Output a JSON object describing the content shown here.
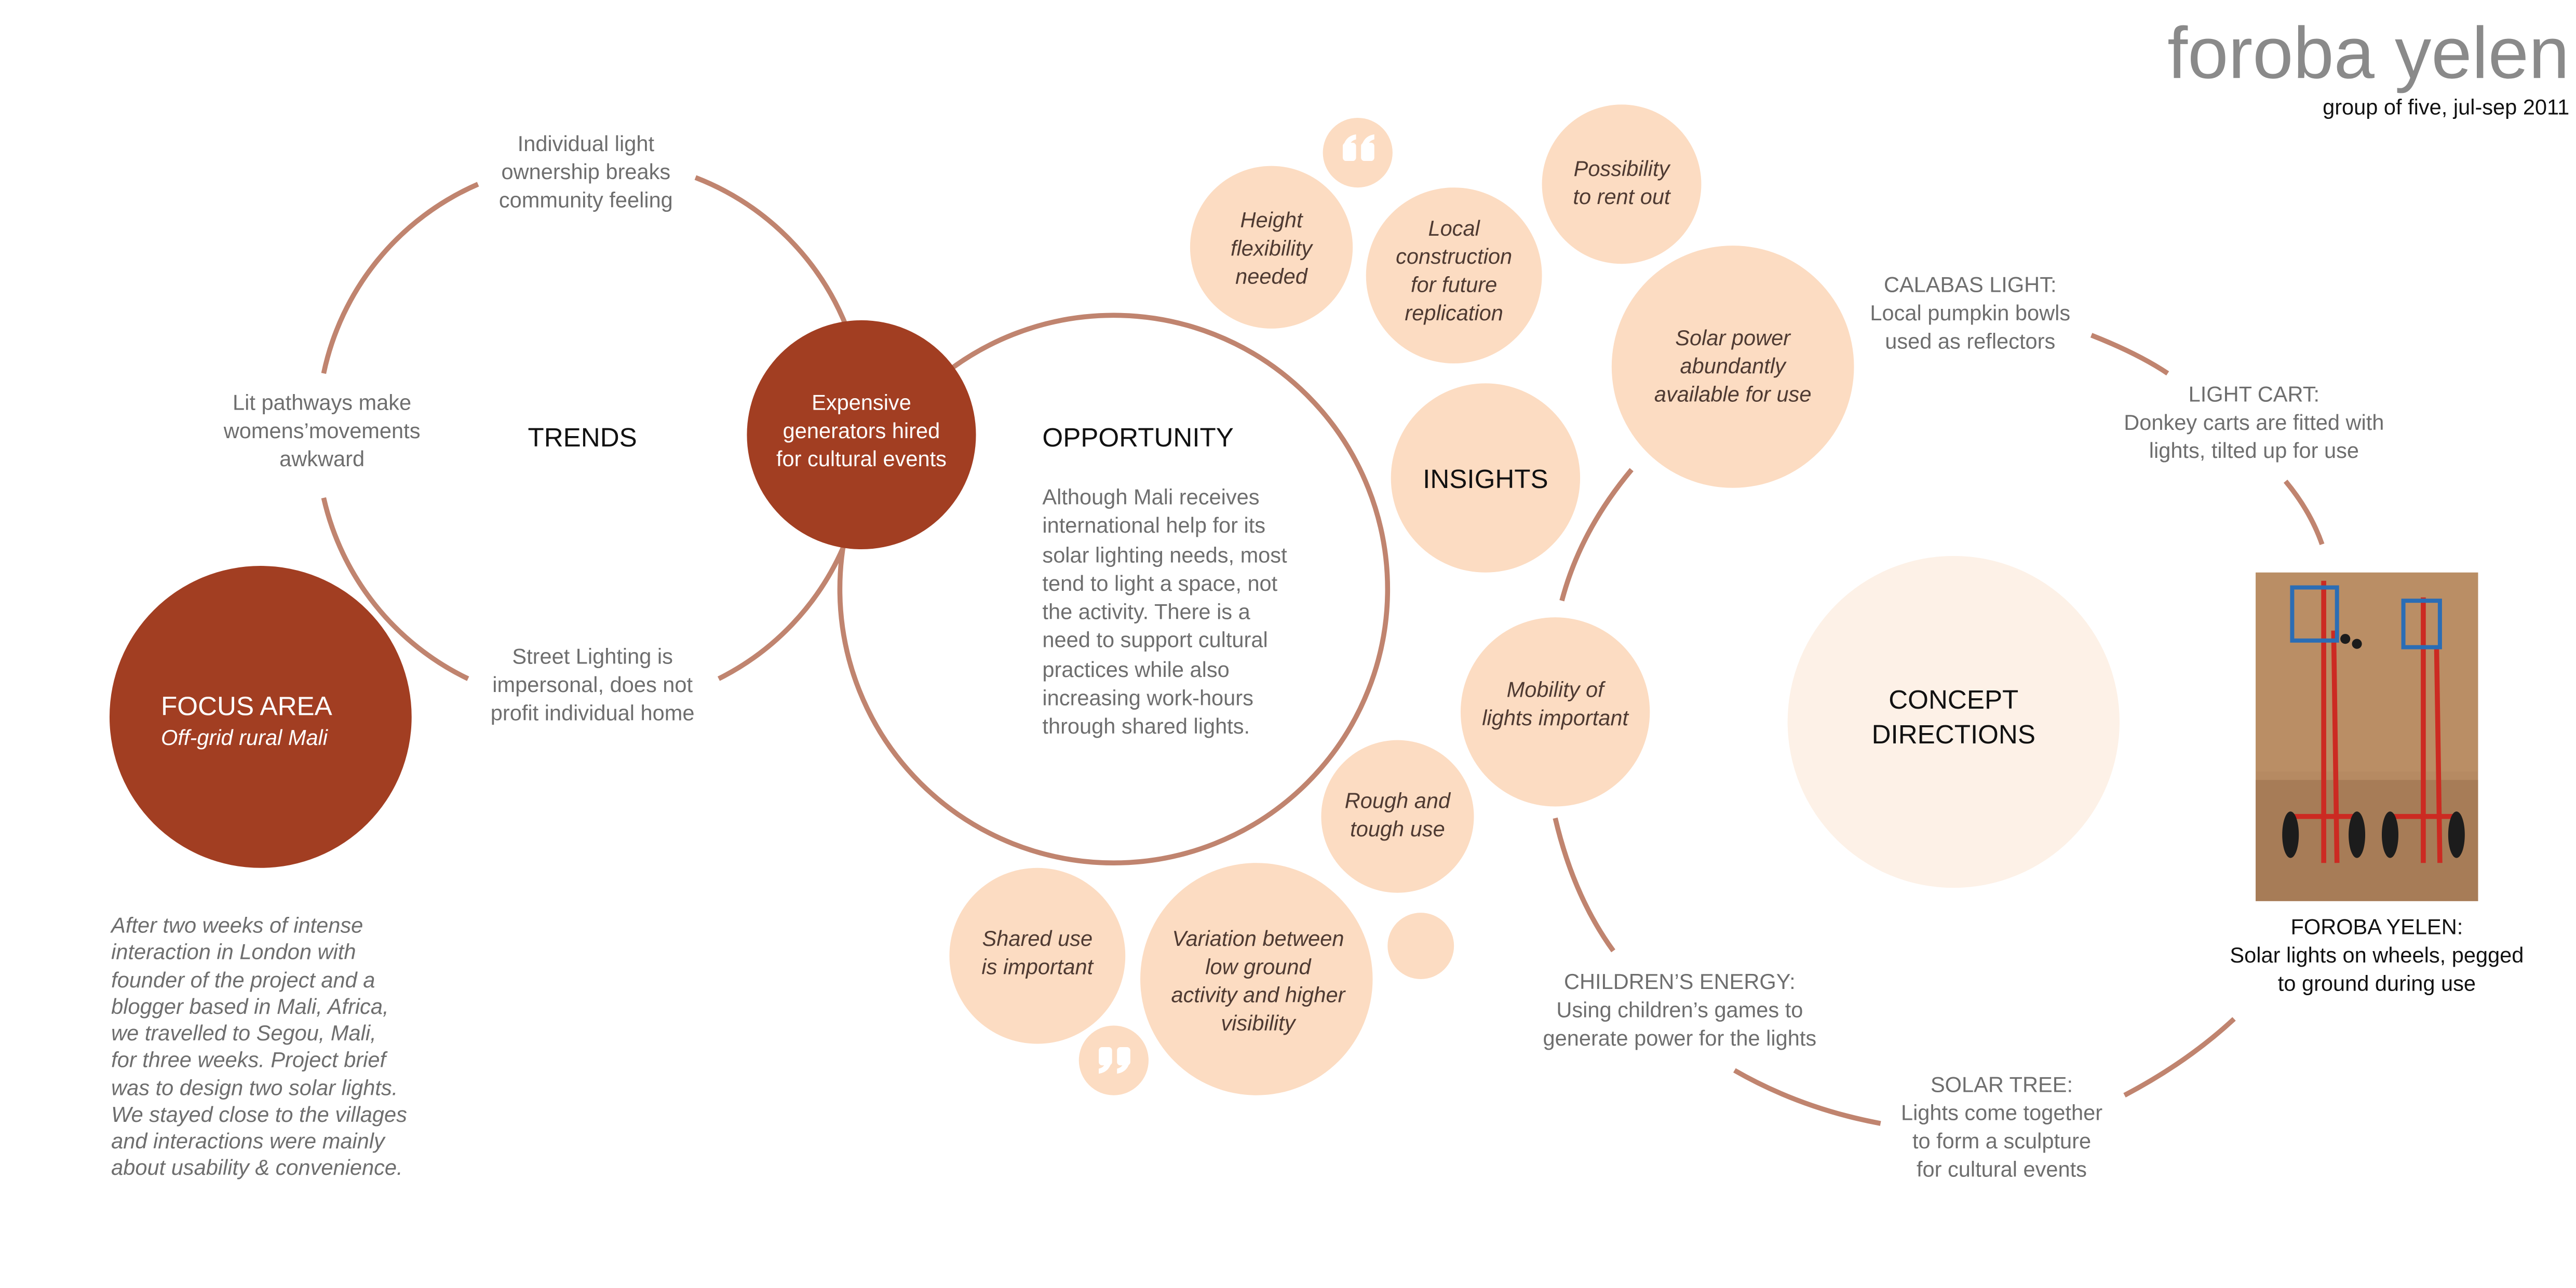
{
  "colors": {
    "rust": "#a23e22",
    "ring": "#c0846f",
    "peach": "#fcdcc2",
    "peach_light": "#fde9db",
    "peach_faint": "#fdf1e7",
    "text_gray": "#6e6e6e",
    "title_gray": "#8a8a8a"
  },
  "header": {
    "title": "foroba yelen",
    "subtitle": "group of five, jul-sep 2011"
  },
  "focus": {
    "title": "FOCUS AREA",
    "subtitle": "Off-grid rural Mali",
    "description": [
      "After two weeks of intense",
      "interaction in London with",
      "founder of the project and a",
      "blogger based in Mali, Africa,",
      "we travelled to Segou, Mali,",
      "for three weeks. Project brief",
      "was to design two solar lights.",
      "We stayed close to the villages",
      "and interactions were mainly",
      "about usability & convenience."
    ]
  },
  "trends": {
    "label": "TRENDS",
    "items": [
      [
        "Individual light",
        "ownership breaks",
        "community feeling"
      ],
      [
        "Lit pathways make",
        "womens’movements",
        "awkward"
      ],
      [
        "Street Lighting is",
        "impersonal, does not",
        "profit individual home"
      ]
    ],
    "highlight": [
      "Expensive",
      "generators hired",
      "for cultural events"
    ]
  },
  "opportunity": {
    "label": "OPPORTUNITY",
    "description": [
      "Although Mali receives",
      "international help for its",
      "solar lighting needs, most",
      "tend to light a space, not",
      "the activity. There is a",
      "need to support cultural",
      "practices while also",
      "increasing work-hours",
      "through shared lights."
    ]
  },
  "insights": {
    "label": "INSIGHTS",
    "items": [
      [
        "Height",
        "flexibility",
        "needed"
      ],
      [
        "Local",
        "construction",
        "for future",
        "replication"
      ],
      [
        "Possibility",
        "to rent out"
      ],
      [
        "Solar power",
        "abundantly",
        "available for use"
      ],
      [
        "Mobility of",
        "lights important"
      ],
      [
        "Rough and",
        "tough use"
      ],
      [
        "Shared use",
        "is important"
      ],
      [
        "Variation between",
        "low ground",
        "activity and higher",
        "visibility"
      ]
    ],
    "quote_open_icon": "quote-open-icon",
    "quote_close_icon": "quote-close-icon"
  },
  "concept": {
    "label": [
      "CONCEPT",
      "DIRECTIONS"
    ],
    "items": [
      [
        "CALABAS LIGHT:",
        "Local pumpkin bowls",
        "used as reflectors"
      ],
      [
        "LIGHT CART:",
        "Donkey carts are fitted with",
        "lights, tilted up for use"
      ],
      [
        "CHILDREN’S ENERGY:",
        "Using children’s games to",
        "generate power for the lights"
      ],
      [
        "SOLAR TREE:",
        "Lights come together",
        "to form a sculpture",
        "for cultural events"
      ]
    ],
    "photo_caption": [
      "FOROBA YELEN:",
      "Solar lights on wheels, pegged",
      "to ground during use"
    ]
  }
}
